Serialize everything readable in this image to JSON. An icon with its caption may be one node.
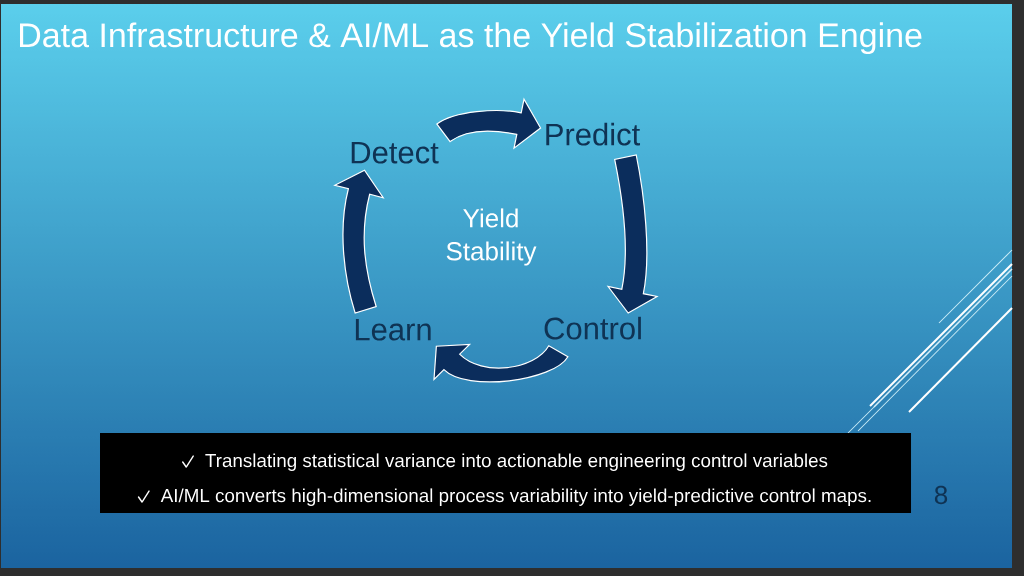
{
  "diagram": {
    "title": "Data Infrastructure & AI/ML as the Yield Stabilization Engine",
    "nodes": [
      {
        "text": [
          "Detect"
        ]
      },
      {
        "text": [
          "Predict"
        ]
      },
      {
        "text": [
          "Control"
        ]
      },
      {
        "text": [
          "Learn"
        ]
      },
      {
        "text": [
          "Yield Stability"
        ]
      },
      {
        "text": [
          "Translating statistical variance into actionable engineering control variables",
          "AI/ML converts high-dimensional process variability into yield-predictive control maps."
        ]
      }
    ],
    "edges": [
      {
        "from": 0,
        "to": 1,
        "arrow": "to"
      },
      {
        "from": 1,
        "to": 2,
        "arrow": "to"
      },
      {
        "from": 2,
        "to": 3,
        "arrow": "to"
      },
      {
        "from": 3,
        "to": 0,
        "arrow": "to"
      }
    ],
    "labels": [
      "8"
    ]
  }
}
